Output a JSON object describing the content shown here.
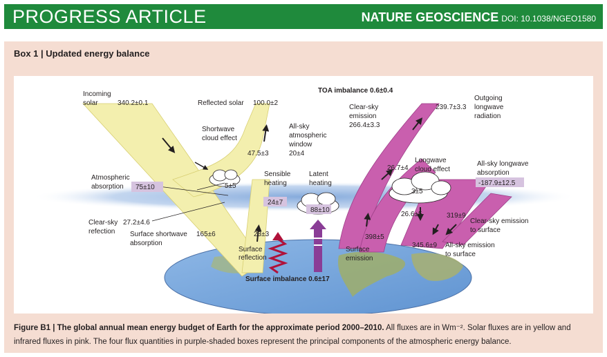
{
  "header": {
    "section": "PROGRESS ARTICLE",
    "journal": "NATURE GEOSCIENCE",
    "doi": "DOI: 10.1038/NGEO1580"
  },
  "box": {
    "title": "Box 1 | Updated energy balance"
  },
  "diagram": {
    "toa_imbalance": "TOA imbalance 0.6±0.4",
    "incoming_solar": {
      "l1": "Incoming",
      "l2": "solar",
      "value": "340.2±0.1"
    },
    "reflected_solar": {
      "label": "Reflected solar",
      "value": "100.0±2"
    },
    "shortwave_cloud_effect": {
      "l1": "Shortwave",
      "l2": "cloud effect",
      "value": "47.5±3"
    },
    "atmospheric_window": {
      "l1": "All-sky",
      "l2": "atmospheric",
      "l3": "window",
      "value": "20±4"
    },
    "atmospheric_absorption": {
      "l1": "Atmospheric",
      "l2": "absorption",
      "value": "75±10"
    },
    "cloud_small_value": "5±5",
    "clear_sky_reflection": {
      "l1": "Clear-sky",
      "l2": "refection",
      "value": "27.2±4.6"
    },
    "surface_sw_absorption": {
      "l1": "Surface shortwave",
      "l2": "absorption",
      "value": "165±6"
    },
    "surface_reflection": {
      "l1": "Surface",
      "l2": "reflection",
      "value": "23±3"
    },
    "sensible_heating": {
      "l1": "Sensible",
      "l2": "heating",
      "value": "24±7"
    },
    "latent_heating": {
      "l1": "Latent",
      "l2": "heating",
      "value": "88±10"
    },
    "clear_sky_emission": {
      "l1": "Clear-sky",
      "l2": "emission",
      "value": "266.4±3.3"
    },
    "outgoing_lw": {
      "l1": "Outgoing",
      "l2": "longwave",
      "l3": "radiation",
      "value": "239.7±3.3"
    },
    "lw_cloud_effect": {
      "l1": "Longwave",
      "l2": "cloud effect",
      "value": "26.7±4"
    },
    "cloud_lw_small": "3±5",
    "all_sky_lw_absorption": {
      "l1": "All-sky longwave",
      "l2": "absorption",
      "value": "-187.9±12.5"
    },
    "value_26_6": "26.6±5",
    "value_319": "319±9",
    "clear_sky_emission_surface": {
      "l1": "Clear-sky emission",
      "l2": "to surface"
    },
    "surface_emission": {
      "l1": "Surface",
      "l2": "emission",
      "value": "398±5"
    },
    "all_sky_emission_surface": {
      "l1": "All-sky emission",
      "l2": "to surface",
      "value": "345.6±9"
    },
    "surface_imbalance": "Surface imbalance 0.6±17"
  },
  "caption": {
    "bold": "Figure B1 | The global annual mean energy budget of Earth for the approximate period 2000–2010.",
    "text": " All fluxes are in Wm⁻². Solar fluxes are in yellow and infrared fluxes in pink. The four flux quantities in purple-shaded boxes represent the principal components of the atmospheric energy balance."
  },
  "colors": {
    "header_green": "#1f8a3c",
    "box_bg": "#f5ddd2",
    "solar_yellow": "#f3efae",
    "infrared_pink": "#c95fae",
    "purple_box": "#d6c3df",
    "atmosphere_blue": "#8fb3de",
    "sensible_red": "#b0123a",
    "latent_purple": "#8a3d96"
  }
}
